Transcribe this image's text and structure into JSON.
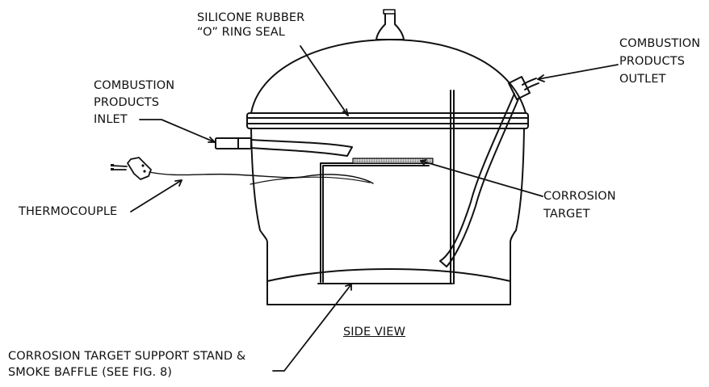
{
  "labels": {
    "seal": [
      "SILICONE RUBBER",
      "“O” RING SEAL"
    ],
    "outlet": [
      "COMBUSTION",
      "PRODUCTS",
      "OUTLET"
    ],
    "inlet": [
      "COMBUSTION",
      "PRODUCTS",
      "INLET"
    ],
    "thermocouple": "THERMOCOUPLE",
    "target": [
      "CORROSION",
      "TARGET"
    ],
    "view": "SIDE VIEW",
    "stand": [
      "CORROSION TARGET SUPPORT STAND &",
      "SMOKE BAFFLE (SEE FIG. 8)"
    ]
  },
  "colors": {
    "line": "#111111",
    "target_fill": "#9a9a9a",
    "background": "#ffffff"
  }
}
